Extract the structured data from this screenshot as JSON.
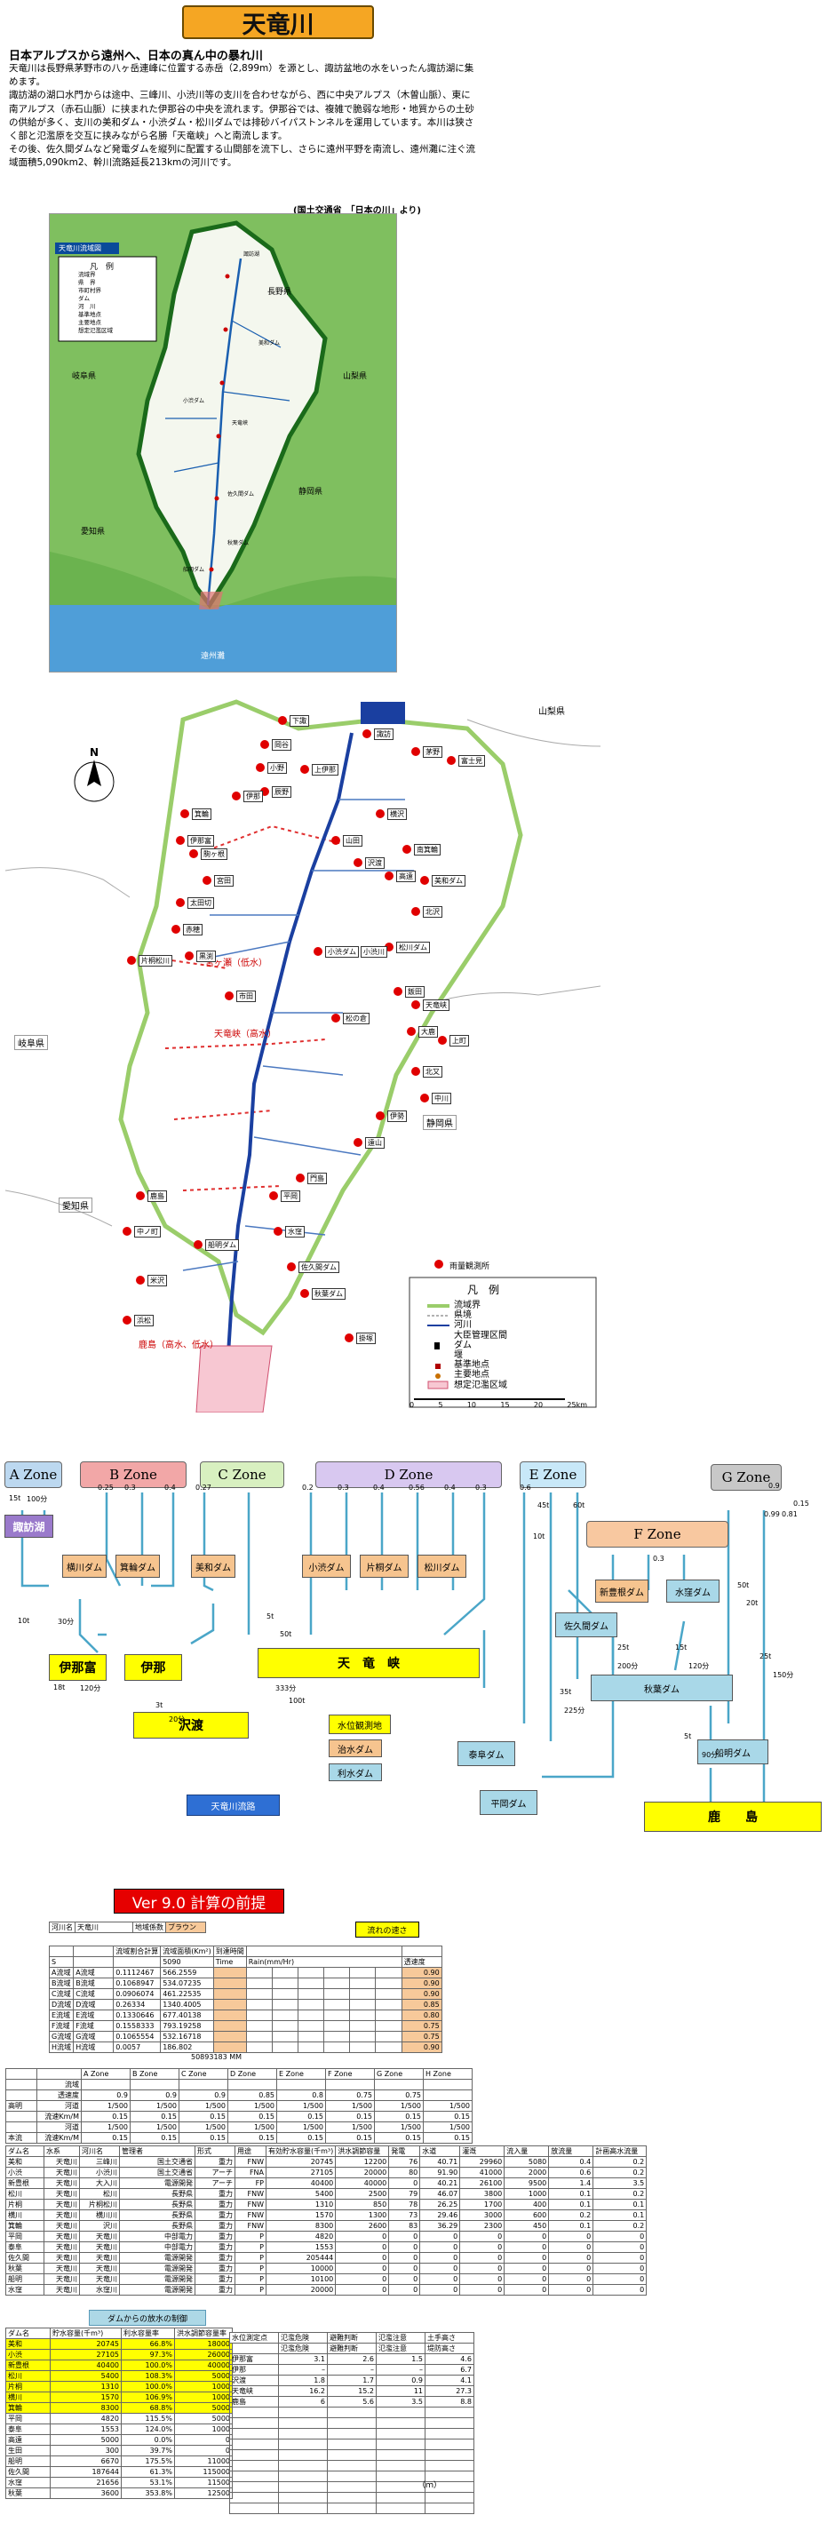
{
  "header": {
    "title": "天竜川",
    "headline": "日本アルプスから遠州へ、日本の真ん中の暴れ川",
    "paragraphs": [
      "天竜川は長野県茅野市の八ヶ岳連峰に位置する赤岳（2,899m）を源とし、諏訪盆地の水をいったん諏訪湖に集めます。",
      "諏訪湖の湖口水門からは途中、三峰川、小渋川等の支川を合わせながら、西に中央アルプス（木曽山脈）、東に南アルプス（赤石山脈）に挟まれた伊那谷の中央を流れます。伊那谷では、複雑で脆弱な地形・地質からの土砂の供給が多く、支川の美和ダム・小渋ダム・松川ダムでは排砂バイパストンネルを運用しています。本川は狭さく部と氾濫原を交互に挟みながら名勝「天竜峡」へと南流します。",
      "その後、佐久間ダムなど発電ダムを縦列に配置する山間部を流下し、さらに遠州平野を南流し、遠州灘に注ぐ流域面積5,090km2、幹川流路延長213kmの河川です。"
    ],
    "source": "(国土交通省　「日本の川」より)"
  },
  "map1": {
    "legend_title": "凡　例",
    "legend_items": [
      "流域界",
      "県　界",
      "市町村界",
      "ダム",
      "河　川",
      "基準地点",
      "主要地点",
      "想定氾濫区域"
    ],
    "title_label": "天竜川流域図",
    "labels": [
      "長野県",
      "岐阜県",
      "山梨県",
      "静岡県",
      "愛知県",
      "遠州灘",
      "諏訪湖",
      "天竜峡",
      "美和ダム",
      "小渋ダム",
      "佐久間ダム",
      "秋葉ダム",
      "船明ダム"
    ]
  },
  "map2": {
    "points": [
      "下諏",
      "諏訪",
      "岡谷",
      "小野",
      "辰野",
      "茅野",
      "富士見",
      "上伊那",
      "伊那",
      "箕輪",
      "伊那富",
      "山田",
      "横沢",
      "南箕輪",
      "沢渡",
      "高遠",
      "美和ダム",
      "北沢",
      "駒ヶ根",
      "宮田",
      "太田切",
      "赤穂",
      "黒渕",
      "片桐松川",
      "小渋ダム",
      "小渋川",
      "松川ダム",
      "飯田",
      "天竜峡",
      "市田",
      "松の倉",
      "大鹿",
      "上町",
      "北又",
      "中川",
      "伊勢",
      "遠山",
      "門島",
      "平岡",
      "水窪",
      "佐久間ダム",
      "秋葉ダム",
      "船明ダム",
      "鹿島",
      "中ノ町",
      "米沢",
      "浜松",
      "掛塚"
    ],
    "river_labels": [
      "天竜峡（高水）",
      "宮ヶ瀬（低水）",
      "鹿島（高水、低水）"
    ],
    "legend_title": "凡　例",
    "legend_items": [
      "流域界",
      "県境",
      "河川",
      "大臣管理区間",
      "ダム",
      "堰",
      "基準地点",
      "主要地点",
      "想定氾濫区域"
    ],
    "rain_legend": "雨量観測所",
    "scale": [
      "0",
      "5",
      "10",
      "15",
      "20",
      "25km"
    ],
    "prefectures": [
      "岐阜県",
      "愛知県",
      "静岡県",
      "山梨県"
    ],
    "north": "N"
  },
  "zones": {
    "headers": [
      {
        "label": "A Zone",
        "color": "#bcd8f0"
      },
      {
        "label": "B Zone",
        "color": "#f2a7a7"
      },
      {
        "label": "C Zone",
        "color": "#d8f0c0"
      },
      {
        "label": "D Zone",
        "color": "#d8c8f0"
      },
      {
        "label": "E Zone",
        "color": "#c8e8f8"
      },
      {
        "label": "G Zone",
        "color": "#c8c8c8"
      },
      {
        "label": "F Zone",
        "color": "#f8c8a0"
      }
    ],
    "nodes": {
      "suwa": "諏訪湖",
      "yokokawa": "横川ダム",
      "minowa": "箕輪ダム",
      "miwa": "美和ダム",
      "koshibu": "小渋ダム",
      "katagiri": "片桐ダム",
      "matsukawa": "松川ダム",
      "ina_tomi": "伊那富",
      "ina": "伊那",
      "sawado": "沢渡",
      "tenryu": "天　竜　峡",
      "shinto": "新豊根ダム",
      "mizukubo": "水窪ダム",
      "sakuma": "佐久間ダム",
      "akiha": "秋葉ダム",
      "funagira": "船明ダム",
      "kashima": "鹿　　島",
      "hiraoka": "平岡ダム",
      "yasuoka": "泰阜ダム"
    },
    "legend": [
      "水位観測地",
      "治水ダム",
      "利水ダム"
    ],
    "basin_button": "天竜川流路",
    "flow_labels": [
      "15t",
      "100分",
      "0.25",
      "0.3",
      "0.4",
      "0.27",
      "0.2",
      "0.3",
      "0.4",
      "0.56",
      "0.4",
      "0.3",
      "0.6",
      "10t",
      "0.9",
      "0.15",
      "45t",
      "60t",
      "18t",
      "120分",
      "3t",
      "20分",
      "10t",
      "30分",
      "5t",
      "50t",
      "333分",
      "100t",
      "25t",
      "200分",
      "15t",
      "120分",
      "35t",
      "225分",
      "50t",
      "20t",
      "0.3",
      "0.99",
      "0.81",
      "5t",
      "90分",
      "25t",
      "150分"
    ]
  },
  "calc": {
    "version_title": "Ver 9.0  計算の前提",
    "river_label": "河川名",
    "river_name": "天竜川",
    "color_label": "地域係数",
    "color_value": "ブラウン",
    "flow_label": "流れの速さ",
    "col_headers": [
      "流域割合計算",
      "流域面積(Km²)",
      "到達時間",
      "Rain(mm/Hr)",
      "",
      "",
      "",
      "",
      "",
      "透速度"
    ],
    "total_area": "5090",
    "time_label": "Time",
    "rows": [
      {
        "name": "A流域",
        "zone": "A流域",
        "ratio": "0.1112467",
        "area": "566.2559",
        "speed": "0.90"
      },
      {
        "name": "B流域",
        "zone": "B流域",
        "ratio": "0.1068947",
        "area": "534.07235",
        "speed": "0.90"
      },
      {
        "name": "C流域",
        "zone": "C流域",
        "ratio": "0.0906074",
        "area": "461.22535",
        "speed": "0.90"
      },
      {
        "name": "D流域",
        "zone": "D流域",
        "ratio": "0.26334",
        "area": "1340.4005",
        "speed": "0.85"
      },
      {
        "name": "E流域",
        "zone": "E流域",
        "ratio": "0.1330646",
        "area": "677.40138",
        "speed": "0.80"
      },
      {
        "name": "F流域",
        "zone": "F流域",
        "ratio": "0.1558333",
        "area": "793.19258",
        "speed": "0.75"
      },
      {
        "name": "G流域",
        "zone": "G流域",
        "ratio": "0.1065554",
        "area": "532.16718",
        "speed": "0.75"
      },
      {
        "name": "H流域",
        "zone": "H流域",
        "ratio": "0.0057",
        "area": "186.802",
        "speed": "0.90"
      }
    ],
    "sum": "50893183",
    "sum_unit": "MM"
  },
  "zone_table": {
    "headers": [
      "",
      "",
      "A Zone",
      "B Zone",
      "C Zone",
      "D Zone",
      "E Zone",
      "F Zone",
      "G Zone",
      "H Zone"
    ],
    "rows": [
      [
        "",
        "流域",
        "",
        "",
        "",
        "",
        "",
        "",
        "",
        ""
      ],
      [
        "",
        "透速度",
        "0.9",
        "0.9",
        "0.9",
        "0.85",
        "0.8",
        "0.75",
        "0.75",
        ""
      ],
      [
        "高明",
        "河道",
        "1/500",
        "1/500",
        "1/500",
        "1/500",
        "1/500",
        "1/500",
        "1/500",
        "1/500"
      ],
      [
        "",
        "流速Km/M",
        "0.15",
        "0.15",
        "0.15",
        "0.15",
        "0.15",
        "0.15",
        "0.15",
        "0.15"
      ],
      [
        "",
        "河道",
        "1/500",
        "1/500",
        "1/500",
        "1/500",
        "1/500",
        "1/500",
        "1/500",
        "1/500"
      ],
      [
        "本流",
        "流速Km/M",
        "0.15",
        "0.15",
        "0.15",
        "0.15",
        "0.15",
        "0.15",
        "0.15",
        "0.15"
      ]
    ]
  },
  "dam_table": {
    "headers": [
      "ダム名",
      "水系",
      "河川名",
      "管理者",
      "形式",
      "用途",
      "有効貯水容量(千m³)",
      "洪水調節容量",
      "発電",
      "水道",
      "灌漑",
      "流入量",
      "放流量",
      "計画高水流量"
    ],
    "rows": [
      [
        "美和",
        "天竜川",
        "三峰川",
        "国土交通省",
        "重力",
        "FNW",
        "20745",
        "12200",
        "76",
        "40.71",
        "29960",
        "5080",
        "0.4",
        "0.2"
      ],
      [
        "小渋",
        "天竜川",
        "小渋川",
        "国土交通省",
        "アーチ",
        "FNA",
        "27105",
        "20000",
        "80",
        "91.90",
        "41000",
        "2000",
        "0.6",
        "0.2"
      ],
      [
        "新豊根",
        "天竜川",
        "大入川",
        "電源開発",
        "アーチ",
        "FP",
        "40400",
        "40000",
        "0",
        "40.21",
        "26100",
        "9500",
        "1.4",
        "3.5"
      ],
      [
        "松川",
        "天竜川",
        "松川",
        "長野県",
        "重力",
        "FNW",
        "5400",
        "2500",
        "79",
        "46.07",
        "3800",
        "1000",
        "0.1",
        "0.2"
      ],
      [
        "片桐",
        "天竜川",
        "片桐松川",
        "長野県",
        "重力",
        "FNW",
        "1310",
        "850",
        "78",
        "26.25",
        "1700",
        "400",
        "0.1",
        "0.1"
      ],
      [
        "横川",
        "天竜川",
        "横川川",
        "長野県",
        "重力",
        "FNW",
        "1570",
        "1300",
        "73",
        "29.46",
        "3000",
        "600",
        "0.2",
        "0.1"
      ],
      [
        "箕輪",
        "天竜川",
        "沢川",
        "長野県",
        "重力",
        "FNW",
        "8300",
        "2600",
        "83",
        "36.29",
        "2300",
        "450",
        "0.1",
        "0.2"
      ],
      [
        "平岡",
        "天竜川",
        "天竜川",
        "中部電力",
        "重力",
        "P",
        "4820",
        "0",
        "0",
        "0",
        "0",
        "0",
        "0",
        "0"
      ],
      [
        "泰阜",
        "天竜川",
        "天竜川",
        "中部電力",
        "重力",
        "P",
        "1553",
        "0",
        "0",
        "0",
        "0",
        "0",
        "0",
        "0"
      ],
      [
        "佐久間",
        "天竜川",
        "天竜川",
        "電源開発",
        "重力",
        "P",
        "205444",
        "0",
        "0",
        "0",
        "0",
        "0",
        "0",
        "0"
      ],
      [
        "秋葉",
        "天竜川",
        "天竜川",
        "電源開発",
        "重力",
        "P",
        "10000",
        "0",
        "0",
        "0",
        "0",
        "0",
        "0",
        "0"
      ],
      [
        "船明",
        "天竜川",
        "天竜川",
        "電源開発",
        "重力",
        "P",
        "10100",
        "0",
        "0",
        "0",
        "0",
        "0",
        "0",
        "0"
      ],
      [
        "水窪",
        "天竜川",
        "水窪川",
        "電源開発",
        "重力",
        "P",
        "20000",
        "0",
        "0",
        "0",
        "0",
        "0",
        "0",
        "0"
      ]
    ]
  },
  "release_table": {
    "caption": "ダムからの放水の制御",
    "headers": [
      "ダム名",
      "貯水容量(千m³)",
      "利水容量率",
      "洪水調節容量率"
    ],
    "rows": [
      [
        "美和",
        "20745",
        "66.8%",
        "18000"
      ],
      [
        "小渋",
        "27105",
        "97.3%",
        "26000"
      ],
      [
        "新豊根",
        "40400",
        "100.0%",
        "40000"
      ],
      [
        "松川",
        "5400",
        "108.3%",
        "5000"
      ],
      [
        "片桐",
        "1310",
        "100.0%",
        "1000"
      ],
      [
        "横川",
        "1570",
        "106.9%",
        "1000"
      ],
      [
        "箕輪",
        "8300",
        "68.8%",
        "5000"
      ],
      [
        "平岡",
        "4820",
        "115.5%",
        "5000"
      ],
      [
        "泰阜",
        "1553",
        "124.0%",
        "1000"
      ],
      [
        "高遠",
        "5000",
        "0.0%",
        "0"
      ],
      [
        "生田",
        "300",
        "39.7%",
        "0"
      ],
      [
        "船明",
        "6670",
        "175.5%",
        "11000"
      ],
      [
        "佐久間",
        "187644",
        "61.3%",
        "115000"
      ],
      [
        "水窪",
        "21656",
        "53.1%",
        "11500"
      ],
      [
        "秋葉",
        "3600",
        "353.8%",
        "12500"
      ]
    ],
    "highlight_rows": 7
  },
  "level_table": {
    "headers": [
      "水位測定点",
      "氾濫危険",
      "避難判断",
      "氾濫注意",
      "土手高さ"
    ],
    "headers2": [
      "",
      "氾濫危険",
      "避難判断",
      "氾濫注意",
      "堤防高さ"
    ],
    "rows": [
      [
        "伊那富",
        "3.1",
        "2.6",
        "1.5",
        "4.6"
      ],
      [
        "伊那",
        "–",
        "–",
        "–",
        "6.7"
      ],
      [
        "沢渡",
        "1.8",
        "1.7",
        "0.9",
        "4.1"
      ],
      [
        "天竜峡",
        "16.2",
        "15.2",
        "11",
        "27.3"
      ],
      [
        "鹿島",
        "6",
        "5.6",
        "3.5",
        "8.8"
      ]
    ],
    "unit": "（ｍ）"
  }
}
